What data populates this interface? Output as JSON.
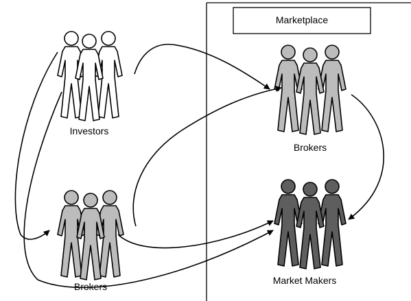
{
  "marketplace": {
    "title": "Marketplace"
  },
  "groups": [
    {
      "id": "investors",
      "label": "Investors",
      "fill": "#ffffff"
    },
    {
      "id": "brokers-outside",
      "label": "Brokers",
      "fill": "#bcbcbc"
    },
    {
      "id": "brokers-marketplace",
      "label": "Brokers",
      "fill": "#bcbcbc"
    },
    {
      "id": "market-makers",
      "label": "Market Makers",
      "fill": "#5e5e5e"
    }
  ],
  "colors": {
    "stroke": "#000000",
    "background": "#ffffff"
  }
}
